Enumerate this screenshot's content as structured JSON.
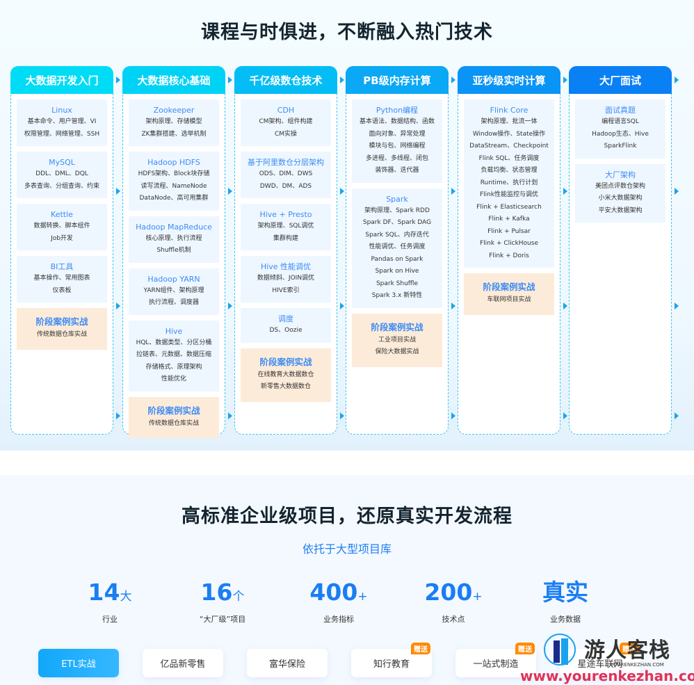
{
  "curriculum": {
    "title": "课程与时俱进，不断融入热门技术",
    "columns": [
      {
        "header": "大数据开发入门",
        "header_color": "#00dcf5",
        "cards": [
          {
            "title": "Linux",
            "lines": [
              "基本命令、用户管理、VI",
              "权限管理、网络管理、SSH"
            ]
          },
          {
            "title": "MySQL",
            "lines": [
              "DDL、DML、DQL",
              "多表查询、分组查询、约束"
            ]
          },
          {
            "title": "Kettle",
            "lines": [
              "数据转换、脚本组件",
              "Job开发"
            ]
          },
          {
            "title": "BI工具",
            "lines": [
              "基本操作、常用图表",
              "仪表板"
            ]
          }
        ],
        "case": {
          "title": "阶段案例实战",
          "lines": [
            "传统数据仓库实战"
          ]
        }
      },
      {
        "header": "大数据核心基础",
        "header_color": "#00d2f5",
        "cards": [
          {
            "title": "Zookeeper",
            "lines": [
              "架构原理、存储模型",
              "ZK集群搭建、选举机制"
            ]
          },
          {
            "title": "Hadoop HDFS",
            "lines": [
              "HDFS架构、Block块存储",
              "读写流程、NameNode",
              "DataNode、高可用集群"
            ]
          },
          {
            "title": "Hadoop MapReduce",
            "lines": [
              "核心原理、执行流程",
              "Shuffle机制"
            ]
          },
          {
            "title": "Hadoop YARN",
            "lines": [
              "YARN组件、架构原理",
              "执行流程、调度器"
            ]
          },
          {
            "title": "Hive",
            "lines": [
              "HQL、数据类型、分区分桶",
              "拉链表、元数据、数据压缩",
              "存储格式、原理架构",
              "性能优化"
            ]
          }
        ],
        "case": {
          "title": "阶段案例实战",
          "lines": [
            "传统数据仓库实战"
          ]
        }
      },
      {
        "header": "千亿级数仓技术",
        "header_color": "#05bdf5",
        "cards": [
          {
            "title": "CDH",
            "lines": [
              "CM架构、组件构建",
              "CM实操"
            ]
          },
          {
            "title": "基于阿里数仓分层架构",
            "lines": [
              "ODS、DIM、DWS",
              "DWD、DM、ADS"
            ]
          },
          {
            "title": "Hive + Presto",
            "lines": [
              "架构原理、SQL调优",
              "集群构建"
            ]
          },
          {
            "title": "Hive 性能调优",
            "lines": [
              "数据倾斜、JOIN调优",
              "HIVE索引"
            ]
          },
          {
            "title": "调度",
            "lines": [
              "DS、Oozie"
            ]
          }
        ],
        "case": {
          "title": "阶段案例实战",
          "lines": [
            "在线教育大数据数仓",
            "新零售大数据数仓"
          ]
        }
      },
      {
        "header": "PB级内存计算",
        "header_color": "#0aa8f5",
        "cards": [
          {
            "title": "Python编程",
            "lines": [
              "基本语法、数据结构、函数",
              "面向对象、异常处理",
              "模块与包、网络编程",
              "多进程、多线程、闭包",
              "装饰器、迭代器"
            ]
          },
          {
            "title": "Spark",
            "lines": [
              "架构原理、Spark RDD",
              "Spark DF、Spark DAG",
              "Spark SQL、内存迭代",
              "性能调优、任务调度",
              "Pandas on Spark",
              "Spark on Hive",
              "Spark Shuffle",
              "Spark 3.x 新特性"
            ]
          }
        ],
        "case": {
          "title": "阶段案例实战",
          "lines": [
            "工业项目实战",
            "保险大数据实战"
          ]
        }
      },
      {
        "header": "亚秒级实时计算",
        "header_color": "#0a94f5",
        "cards": [
          {
            "title": "Flink Core",
            "lines": [
              "架构原理、批流一体",
              "Window操作、State操作",
              "DataStream、Checkpoint",
              "Flink SQL、任务调度",
              "负载均衡、状态管理",
              "Runtime、执行计划",
              "Flink性能监控与调优",
              "Flink + Elasticsearch",
              "Flink + Kafka",
              "Flink + Pulsar",
              "Flink + ClickHouse",
              "Flink + Doris"
            ]
          }
        ],
        "case": {
          "title": "阶段案例实战",
          "lines": [
            "车联网项目实战"
          ]
        }
      },
      {
        "header": "大厂面试",
        "header_color": "#0a80f5",
        "cards": [
          {
            "title": "面试真题",
            "lines": [
              "编程语言SQL",
              "Hadoop生态、Hive",
              "SparkFlink"
            ]
          },
          {
            "title": "大厂架构",
            "lines": [
              "美团点评数仓架构",
              "小米大数据架构",
              "平安大数据架构"
            ]
          }
        ],
        "case": null
      }
    ]
  },
  "projects": {
    "title": "高标准企业级项目，还原真实开发流程",
    "subtitle": "依托于大型项目库",
    "stats": [
      {
        "number": "14",
        "unit": "大",
        "label": "行业"
      },
      {
        "number": "16",
        "unit": "个",
        "label": "“大厂级”项目"
      },
      {
        "number": "400",
        "unit": "+",
        "label": "业务指标"
      },
      {
        "number": "200",
        "unit": "+",
        "label": "技术点"
      },
      {
        "number": "真实",
        "unit": "",
        "label": "业务数据"
      }
    ],
    "tabs": [
      {
        "label": "ETL实战",
        "active": true,
        "badge": ""
      },
      {
        "label": "亿品新零售",
        "active": false,
        "badge": ""
      },
      {
        "label": "富华保险",
        "active": false,
        "badge": ""
      },
      {
        "label": "知行教育",
        "active": false,
        "badge": "赠送"
      },
      {
        "label": "一站式制造",
        "active": false,
        "badge": "赠送"
      },
      {
        "label": "星途车联网",
        "active": false,
        "badge": "赠送"
      }
    ]
  },
  "watermark": {
    "name": "游人客栈",
    "small": "YOURENKEZHAN.COM",
    "url": "www.yourenkezhan.com"
  },
  "colors": {
    "accent_blue": "#1a7ef3",
    "card_title_blue": "#3d8bf5",
    "case_bg": "#fdebd9",
    "badge_orange": "#ff8a00"
  }
}
